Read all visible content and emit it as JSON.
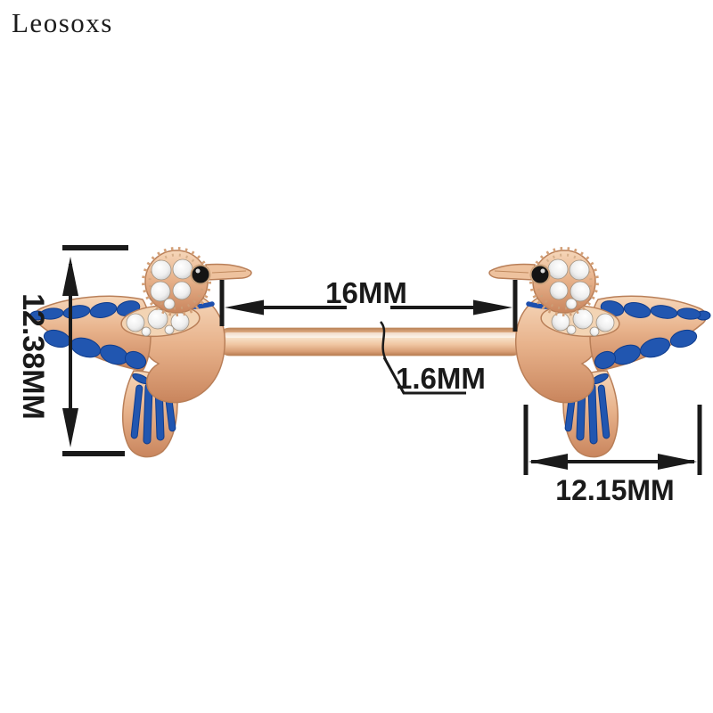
{
  "brand": {
    "name": "Leosoxs"
  },
  "product": {
    "description_icons": [
      "bird-charm-left",
      "bird-charm-right",
      "barbell-bar"
    ]
  },
  "annotations": {
    "bar_length": "16MM",
    "bar_thickness": "1.6MM",
    "pendant_height": "12.38MM",
    "pendant_width": "12.15MM"
  },
  "colors": {
    "background": "#ffffff",
    "annotation_ink": "#1a1a1a",
    "brand_text": "#1c1c1c",
    "rose_gold": "#e8b38c",
    "rose_gold_highlight": "#f8e3cc",
    "rose_gold_shadow": "#b97f58",
    "enamel_blue": "#2156b0",
    "enamel_blue_dark": "#0f3c8c",
    "crystal_white": "#f5f5f5",
    "eye_black": "#141414"
  }
}
